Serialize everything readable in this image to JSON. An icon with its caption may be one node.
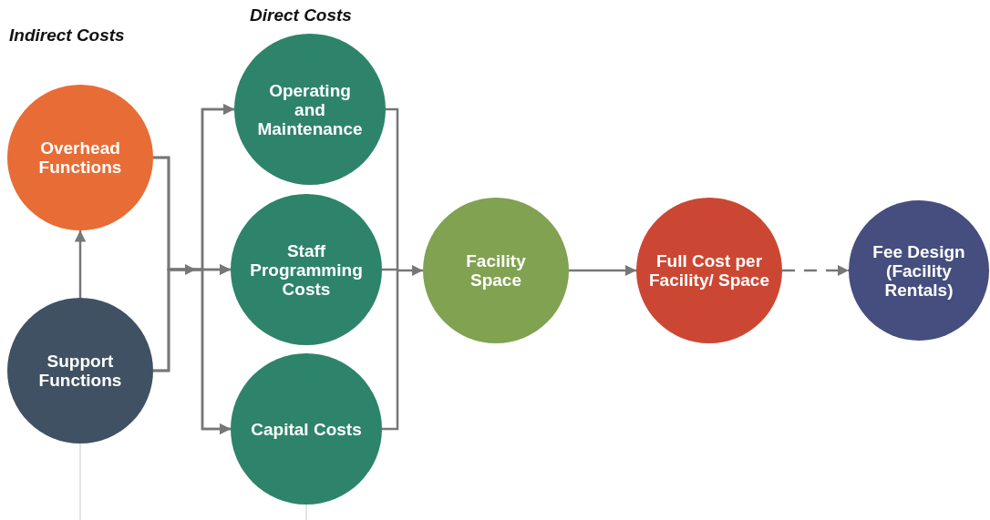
{
  "diagram": {
    "nodes": [
      {
        "text": [
          "Overhead Functions"
        ]
      },
      {
        "text": [
          "Support Functions"
        ]
      },
      {
        "text": [
          "Operating and Maintenance"
        ]
      },
      {
        "text": [
          "Staff Programming Costs"
        ]
      },
      {
        "text": [
          "Capital Costs"
        ]
      },
      {
        "text": [
          "Facility Space"
        ]
      },
      {
        "text": [
          "Full Cost per Facility/ Space"
        ]
      },
      {
        "text": [
          "Fee Design (Facility Rentals)"
        ]
      }
    ],
    "edges": [
      {
        "from": 1,
        "to": 0,
        "arrow": "to"
      },
      {
        "from": 0,
        "to": 2,
        "arrow": "to"
      },
      {
        "from": 0,
        "to": 3,
        "arrow": "to"
      },
      {
        "from": 0,
        "to": 4,
        "arrow": "to"
      },
      {
        "from": 1,
        "to": 2,
        "arrow": "to"
      },
      {
        "from": 1,
        "to": 3,
        "arrow": "to"
      },
      {
        "from": 1,
        "to": 4,
        "arrow": "to"
      },
      {
        "from": 2,
        "to": 5,
        "arrow": "to"
      },
      {
        "from": 3,
        "to": 5,
        "arrow": "to"
      },
      {
        "from": 4,
        "to": 5,
        "arrow": "to"
      },
      {
        "from": 5,
        "to": 6,
        "arrow": "to"
      },
      {
        "from": 6,
        "to": 7,
        "arrow": "to",
        "style": "dashed"
      },
      {
        "from": 1,
        "to": null,
        "arrow": "none",
        "color": "#c8c8c8"
      },
      {
        "from": 4,
        "to": null,
        "arrow": "none",
        "color": "#c8c8c8"
      }
    ],
    "labels": [
      "Direct Costs",
      "Indirect Costs"
    ]
  }
}
